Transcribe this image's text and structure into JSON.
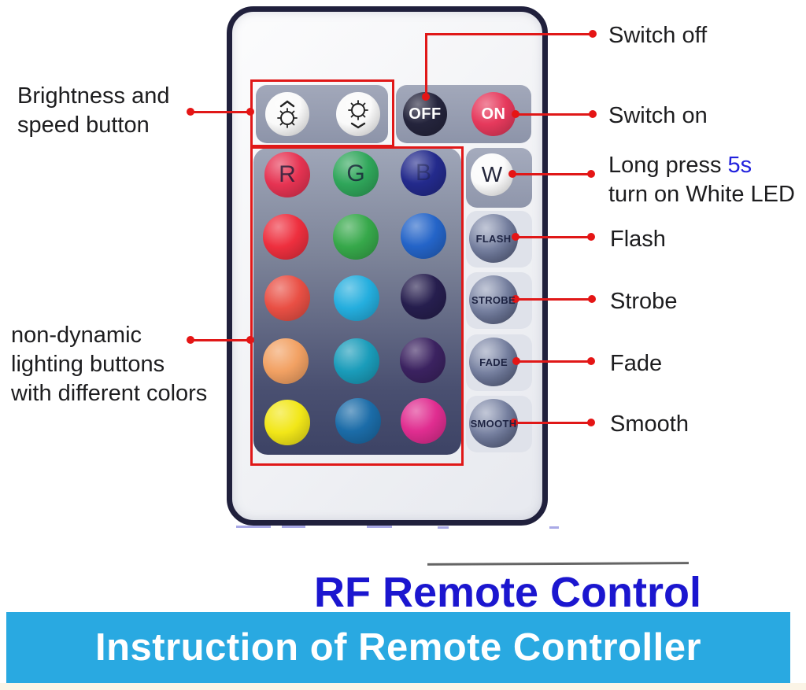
{
  "title": "RF Remote Control",
  "banner": {
    "text": "Instruction of Remote Controller",
    "bg": "#29a9e1",
    "fg": "#ffffff"
  },
  "colors": {
    "annotation_red": "#e01818",
    "title_blue": "#1b16cf",
    "highlight_blue": "#2222dd",
    "remote_border": "#20203c",
    "off_button": "#24243c",
    "on_button": "#e6395c"
  },
  "annotations": {
    "brightness": {
      "lines": [
        "Brightness and",
        "speed button"
      ]
    },
    "nondynamic": {
      "lines": [
        "non-dynamic",
        "lighting buttons",
        "with different colors"
      ]
    },
    "switch_off": "Switch off",
    "switch_on": "Switch on",
    "long_press": {
      "before": "Long press ",
      "highlight": "5s",
      "line2": "turn on White LED"
    },
    "flash": "Flash",
    "strobe": "Strobe",
    "fade": "Fade",
    "smooth": "Smooth"
  },
  "remote": {
    "off_label": "OFF",
    "on_label": "ON",
    "white_label": "W",
    "mode_buttons": [
      "FLASH",
      "STROBE",
      "FADE",
      "SMOOTH"
    ],
    "brightness_icons": [
      "brightness-up-icon",
      "brightness-down-icon"
    ],
    "color_grid": [
      [
        {
          "label": "R",
          "color": "#e63352"
        },
        {
          "label": "G",
          "color": "#2fa65a"
        },
        {
          "label": "B",
          "color": "#232a8c"
        }
      ],
      [
        {
          "label": "",
          "color": "#ee2f3e"
        },
        {
          "label": "",
          "color": "#36a84a"
        },
        {
          "label": "",
          "color": "#2464c8"
        }
      ],
      [
        {
          "label": "",
          "color": "#e94f44"
        },
        {
          "label": "",
          "color": "#24aede"
        },
        {
          "label": "",
          "color": "#261e4e"
        }
      ],
      [
        {
          "label": "",
          "color": "#f2a163"
        },
        {
          "label": "",
          "color": "#1a9cba"
        },
        {
          "label": "",
          "color": "#3b2260"
        }
      ],
      [
        {
          "label": "",
          "color": "#f2e718"
        },
        {
          "label": "",
          "color": "#1b6ca8"
        },
        {
          "label": "",
          "color": "#e02d90"
        }
      ]
    ]
  }
}
